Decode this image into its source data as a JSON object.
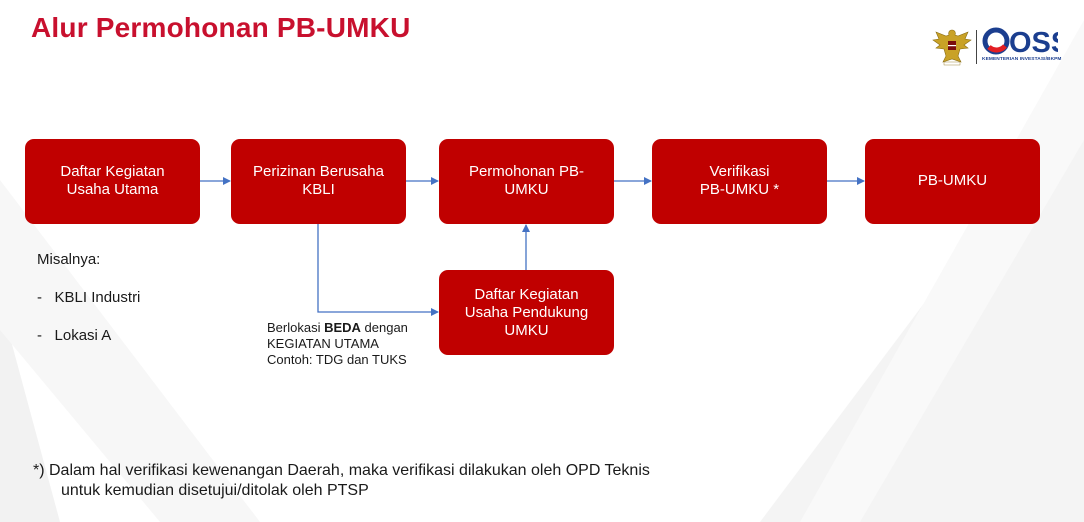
{
  "title": "Alur Permohonan PB-UMKU",
  "logo": {
    "brand": "OSS",
    "subtitle": "KEMENTERIAN INVESTASI/BKPM",
    "emblem": "garuda-emblem-icon"
  },
  "boxes": [
    {
      "id": "daftar-kegiatan-usaha-utama",
      "label": "Daftar Kegiatan\nUsaha Utama"
    },
    {
      "id": "perizinan-berusaha-kbli",
      "label": "Perizinan Berusaha\nKBLI"
    },
    {
      "id": "permohonan-pb-umku",
      "label": "Permohonan PB-\nUMKU"
    },
    {
      "id": "verifikasi-pb-umku",
      "label": "Verifikasi\nPB-UMKU *"
    },
    {
      "id": "pb-umku",
      "label": "PB-UMKU"
    },
    {
      "id": "daftar-kegiatan-usaha-pendukung",
      "label": "Daftar Kegiatan\nUsaha Pendukung\nUMKU"
    }
  ],
  "example": {
    "heading": "Misalnya:",
    "items": [
      "KBLI Industri",
      "Lokasi A"
    ],
    "bullet": "-"
  },
  "note": {
    "prefix": "Berlokasi ",
    "bold": "BEDA",
    "suffix": " dengan",
    "line2": "KEGIATAN UTAMA",
    "line3": "Contoh: TDG dan TUKS"
  },
  "footnote": {
    "line1": "*) Dalam hal verifikasi kewenangan Daerah, maka verifikasi dilakukan oleh OPD Teknis",
    "line2": "untuk kemudian disetujui/ditolak oleh PTSP"
  },
  "colors": {
    "title": "#c8102e",
    "box": "#c00000",
    "connector": "#4472c4",
    "brand": "#1b3e8f"
  }
}
